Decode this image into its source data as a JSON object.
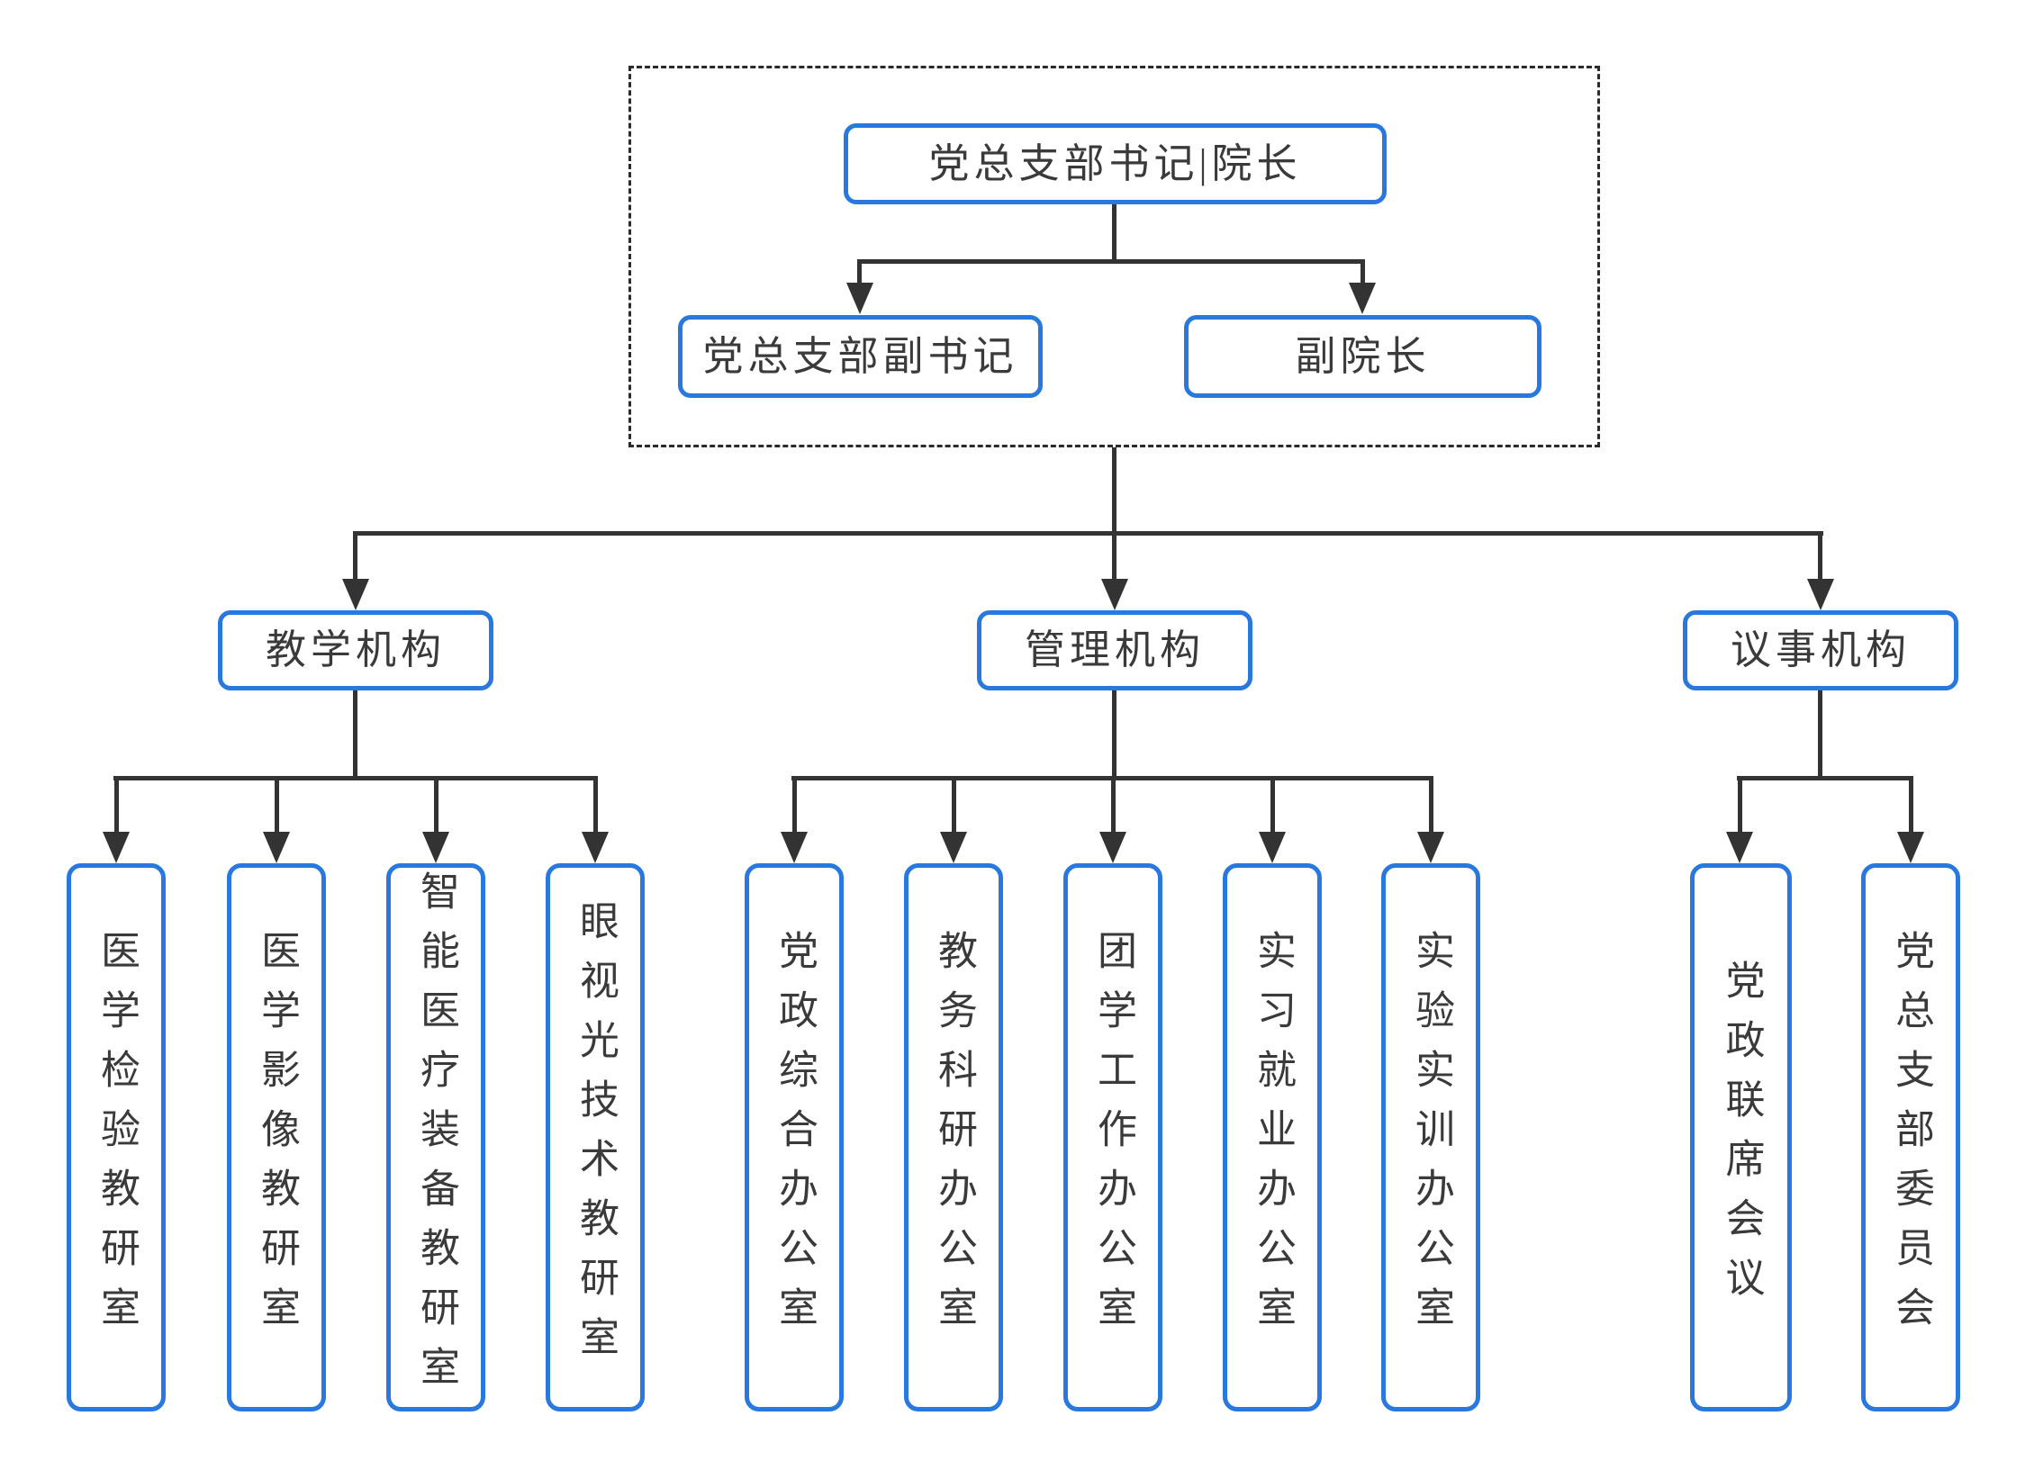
{
  "chart": {
    "leadership": {
      "head": {
        "label": "党总支部书记|院长"
      },
      "deputies": [
        {
          "label": "党总支部副书记"
        },
        {
          "label": "副院长"
        }
      ]
    },
    "branches": [
      {
        "label": "教学机构",
        "children": [
          {
            "label": "医学检验教研室"
          },
          {
            "label": "医学影像教研室"
          },
          {
            "label": "智能医疗装备教研室"
          },
          {
            "label": "眼视光技术教研室"
          }
        ]
      },
      {
        "label": "管理机构",
        "children": [
          {
            "label": "党政综合办公室"
          },
          {
            "label": "教务科研办公室"
          },
          {
            "label": "团学工作办公室"
          },
          {
            "label": "实习就业办公室"
          },
          {
            "label": "实验实训办公室"
          }
        ]
      },
      {
        "label": "议事机构",
        "children": [
          {
            "label": "党政联席会议"
          },
          {
            "label": "党总支部委员会"
          }
        ]
      }
    ],
    "colors": {
      "node_border": "#2878df",
      "connector": "#333333",
      "text": "#3a3a3a",
      "frame_dash": "#2b2b2b"
    }
  }
}
